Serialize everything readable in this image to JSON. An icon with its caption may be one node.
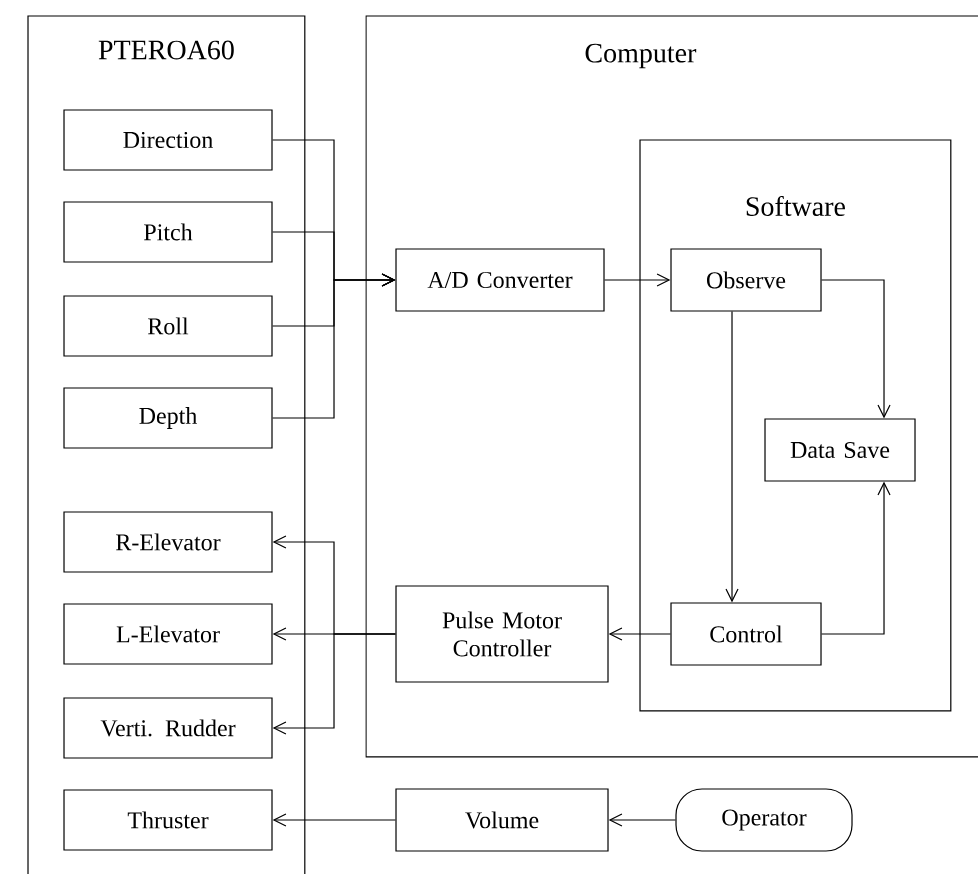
{
  "diagram": {
    "nodes": [
      {
        "text": [
          "PTEROA60"
        ]
      },
      {
        "text": [
          "Direction"
        ],
        "in": 0
      },
      {
        "text": [
          "Pitch"
        ],
        "in": 0
      },
      {
        "text": [
          "Roll"
        ],
        "in": 0
      },
      {
        "text": [
          "Depth"
        ],
        "in": 0
      },
      {
        "text": [
          "R-Elevator"
        ],
        "in": 0
      },
      {
        "text": [
          "L-Elevator"
        ],
        "in": 0
      },
      {
        "text": [
          "Verti. Rudder"
        ],
        "in": 0
      },
      {
        "text": [
          "Thruster"
        ],
        "in": 0
      },
      {
        "text": [
          "Computer"
        ]
      },
      {
        "text": [
          "A/D Converter"
        ],
        "in": 9
      },
      {
        "text": [
          "Software"
        ],
        "in": 9
      },
      {
        "text": [
          "Observe"
        ],
        "in": 11
      },
      {
        "text": [
          "Data Save"
        ],
        "in": 11
      },
      {
        "text": [
          "Control"
        ],
        "in": 11
      },
      {
        "text": [
          "Pulse Motor Controller"
        ],
        "in": 9
      },
      {
        "text": [
          "Volume"
        ]
      },
      {
        "text": [
          "Operator"
        ]
      }
    ],
    "edges": [
      {
        "from": 1,
        "to": 10,
        "arrow": "to"
      },
      {
        "from": 2,
        "to": 10,
        "arrow": "to"
      },
      {
        "from": 3,
        "to": 10,
        "arrow": "to"
      },
      {
        "from": 4,
        "to": 10,
        "arrow": "to"
      },
      {
        "from": 10,
        "to": 12,
        "arrow": "to"
      },
      {
        "from": 12,
        "to": 13,
        "arrow": "to"
      },
      {
        "from": 12,
        "to": 14,
        "arrow": "to"
      },
      {
        "from": 14,
        "to": 13,
        "arrow": "to"
      },
      {
        "from": 14,
        "to": 15,
        "arrow": "to"
      },
      {
        "from": 15,
        "to": 5,
        "arrow": "to"
      },
      {
        "from": 15,
        "to": 6,
        "arrow": "to"
      },
      {
        "from": 15,
        "to": 7,
        "arrow": "to"
      },
      {
        "from": 16,
        "to": 8,
        "arrow": "to"
      },
      {
        "from": 17,
        "to": 16,
        "arrow": "to"
      }
    ]
  }
}
